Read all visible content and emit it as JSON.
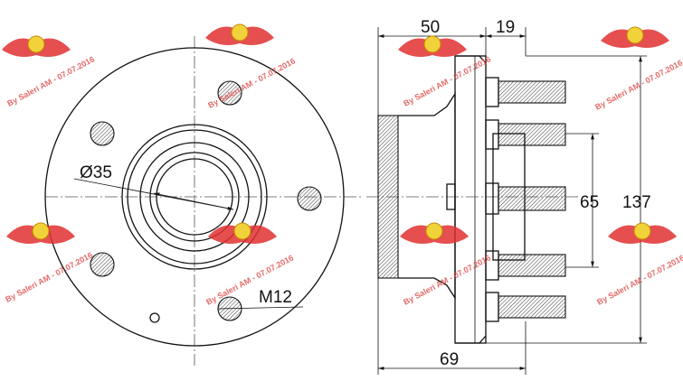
{
  "diagram": {
    "front_view": {
      "bore_label": "Ø35",
      "thread_label": "M12"
    },
    "side_view": {
      "dim_top_left": "50",
      "dim_top_right": "19",
      "dim_inner_height": "65",
      "dim_outer_height": "137",
      "dim_bottom_width": "69"
    },
    "watermark": {
      "text": "By Saleri AM - 07.07.2016",
      "colors": {
        "wing": "#e03030",
        "badge": "#f2d23a"
      }
    }
  }
}
